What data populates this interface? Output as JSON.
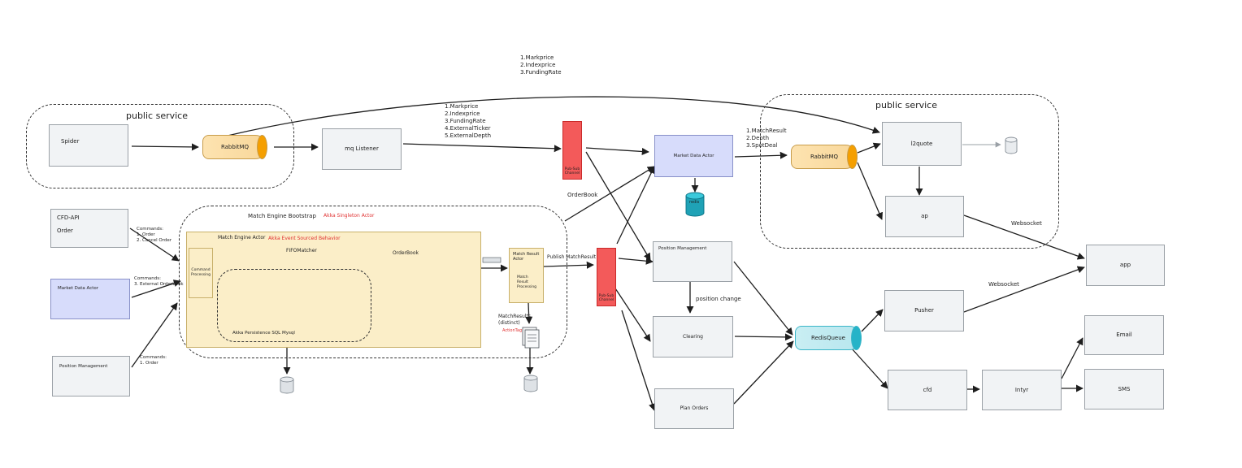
{
  "groups": {
    "public_left": "public service",
    "public_right": "public service",
    "match_bootstrap": "Match Engine Bootstrap",
    "match_bootstrap_note": "Akka Singleton Actor"
  },
  "nodes": {
    "spider": "Spider",
    "rabbitmq_left": "RabbitMQ",
    "mq_listener": "mq Listener",
    "cfd_api": "CFD-API",
    "cfd_api_sub": "Order",
    "market_data_actor_left": "Market Data Actor",
    "position_management_left": "Position Management",
    "match_engine_actor": "Match Engine Actor",
    "akka_event_sourced": "Akka Event Sourced Behavior",
    "command_processing": "Command\nProcessing",
    "fifo_matcher": "FIFOMatcher",
    "orderbook_inner": "OrderBook",
    "akka_persistence": "Akka Persistence SQL Mysql",
    "match_result_actor": "Match Result\nActor",
    "match_result_processing": "Match\nResult\nProcessing",
    "match_results_label": "MatchResults\n(distinct)",
    "action_tag": "ActionTag",
    "market_data_actor_mid": "Market Data Actor",
    "redis_small": "redis",
    "position_management_mid": "Position Management",
    "clearing": "Clearing",
    "plan_orders": "Plan Orders",
    "rabbitmq_right": "RabbitMQ",
    "l2quote": "l2quote",
    "ap": "ap",
    "redisqueue": "RedisQueue",
    "pusher": "Pusher",
    "cfd": "cfd",
    "intyr": "Intyr",
    "app": "app",
    "email": "Email",
    "sms": "SMS",
    "pubsub_top": "Pub-Sub\nChannel",
    "pubsub_bottom": "Pub-Sub\nChannel"
  },
  "edge_labels": {
    "top_list": "1.Markprice\n2.Indexprice\n3.FundingRate",
    "mq_to_pubsub": "1.Markprice\n2.Indexprice\n3.FundingRate\n4.ExternalTicker\n5.ExternalDepth",
    "market_to_rabbit": "1.MatchResult\n2.Depth\n3.SpotDeal",
    "orderbook_edge": "OrderBook",
    "cmd_orders": "Commands:\n1. Order\n2. Cancel Order",
    "cmd_external": "Commands:\n3. External Orderbook",
    "cmd_position": "Commands:\n1. Order",
    "publish_match": "Publish MatchResult",
    "position_change": "position change",
    "websocket_top": "Websocket",
    "websocket_mid": "Websocket"
  },
  "colors": {
    "pubsub": "#f35a5a",
    "blue_box": "#d7dcfb",
    "cream": "#fbeec8",
    "orange_mq": "#f59f00",
    "cyan_mq": "#25b3c8",
    "redis_db": "#1fa2b6"
  }
}
